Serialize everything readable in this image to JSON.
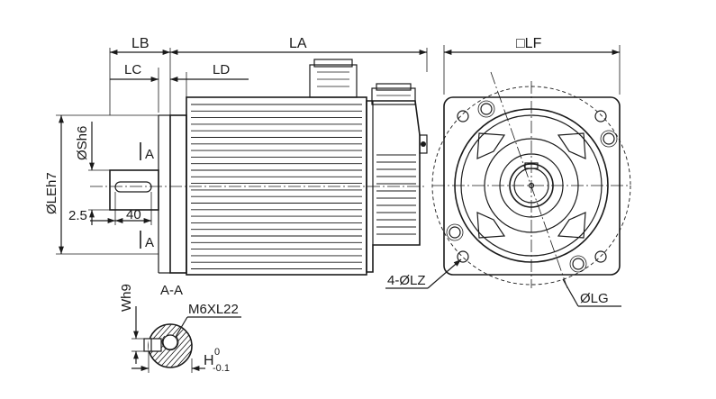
{
  "labels": {
    "lb": "LB",
    "la": "LA",
    "lf": "□LF",
    "lc": "LC",
    "ld": "LD",
    "sh": "ØSh6",
    "le": "ØLEh7",
    "sec_a_top": "A",
    "sec_a_bot": "A",
    "d25": "2.5",
    "d40": "40",
    "aa": "A-A",
    "wh": "Wh9",
    "thread": "M6XL22",
    "h_main": "H",
    "h_sup": "0",
    "h_sub": "-0.1",
    "lz": "4-ØLZ",
    "lg": "ØLG"
  },
  "colors": {
    "line": "#1a1a1a",
    "background": "#ffffff"
  }
}
